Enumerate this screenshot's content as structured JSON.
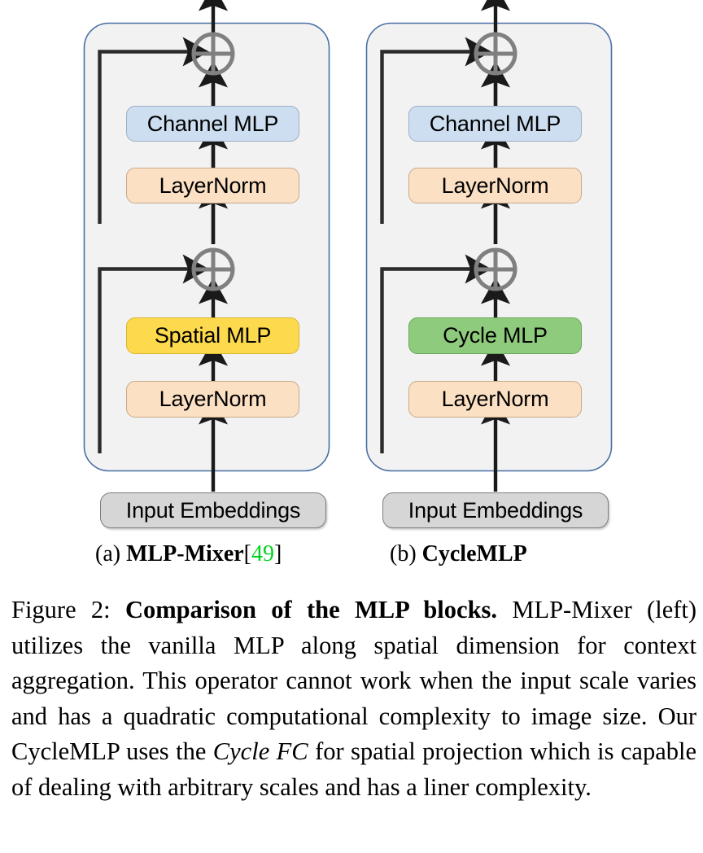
{
  "figure": {
    "panels": [
      {
        "id": "mlp-mixer",
        "sub_label_prefix": "(a)",
        "sub_label_name": "MLP-Mixer",
        "citation_open": "[",
        "citation_number": "49",
        "citation_close": "]",
        "blocks": [
          {
            "key": "channel_mlp",
            "label": "Channel MLP",
            "color": "#cddef0"
          },
          {
            "key": "layernorm_top",
            "label": "LayerNorm",
            "color": "#fbe0c4"
          },
          {
            "key": "token_mlp",
            "label": "Spatial MLP",
            "color": "#fcd94d"
          },
          {
            "key": "layernorm_bottom",
            "label": "LayerNorm",
            "color": "#fbe0c4"
          },
          {
            "key": "input",
            "label": "Input Embeddings",
            "color": "#d6d6d6"
          }
        ],
        "operators": [
          {
            "key": "add_top",
            "symbol": "⊕"
          },
          {
            "key": "add_bottom",
            "symbol": "⊕"
          }
        ]
      },
      {
        "id": "cyclemlp",
        "sub_label_prefix": "(b)",
        "sub_label_name": "CycleMLP",
        "citation_open": "",
        "citation_number": "",
        "citation_close": "",
        "blocks": [
          {
            "key": "channel_mlp",
            "label": "Channel MLP",
            "color": "#cddef0"
          },
          {
            "key": "layernorm_top",
            "label": "LayerNorm",
            "color": "#fbe0c4"
          },
          {
            "key": "token_mlp",
            "label": "Cycle MLP",
            "color": "#8fcb7c"
          },
          {
            "key": "layernorm_bottom",
            "label": "LayerNorm",
            "color": "#fbe0c4"
          },
          {
            "key": "input",
            "label": "Input Embeddings",
            "color": "#d6d6d6"
          }
        ],
        "operators": [
          {
            "key": "add_top",
            "symbol": "⊕"
          },
          {
            "key": "add_bottom",
            "symbol": "⊕"
          }
        ]
      }
    ],
    "colors": {
      "panel_border": "#4a6fa5",
      "panel_fill": "#f2f2f2",
      "arrow": "#1a1a1a",
      "operator": "#808080",
      "citation_green": "#00d21e"
    }
  },
  "caption": {
    "figure_label": "Figure 2:",
    "bold_title": "Comparison of the MLP blocks.",
    "body_part1": "MLP-Mixer (left) utilizes the vanilla MLP along spatial dimension for context aggregation. This operator cannot work when the input scale varies and has a quadratic computational complexity to image size. Our CycleMLP uses the",
    "italic_term": "Cycle FC",
    "body_part2": "for spatial projection which is capable of dealing with arbitrary scales and has a liner complexity."
  }
}
